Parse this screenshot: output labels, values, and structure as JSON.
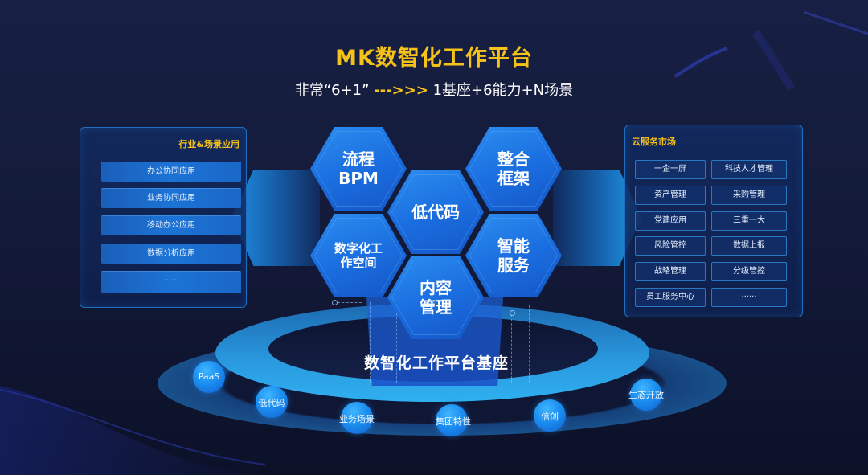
{
  "header": {
    "title": "MK数智化工作平台",
    "subtitle_prefix": "非常“6+1”",
    "subtitle_arrow": "--->>>",
    "subtitle_suffix": " 1基座+6能力+N场景"
  },
  "left_panel": {
    "title": "行业&场景应用",
    "items": [
      "办公协同应用",
      "业务协同应用",
      "移动办公应用",
      "数据分析应用",
      "······"
    ]
  },
  "right_panel": {
    "title": "云服务市场",
    "items": [
      [
        "一企一屏",
        "科技人才管理"
      ],
      [
        "资产管理",
        "采购管理"
      ],
      [
        "党建应用",
        "三重一大"
      ],
      [
        "风险管控",
        "数据上报"
      ],
      [
        "战略管理",
        "分级管控"
      ],
      [
        "员工服务中心",
        "······"
      ]
    ]
  },
  "capabilities": [
    {
      "id": "bpm",
      "line1": "流程",
      "line2": "BPM"
    },
    {
      "id": "integration",
      "line1": "整合",
      "line2": "框架"
    },
    {
      "id": "lowcode",
      "line1": "低代码",
      "line2": ""
    },
    {
      "id": "workspace",
      "line1": "数字化工",
      "line2": "作空间"
    },
    {
      "id": "ai",
      "line1": "智能",
      "line2": "服务"
    },
    {
      "id": "content",
      "line1": "内容",
      "line2": "管理"
    }
  ],
  "base": {
    "label": "数智化工作平台基座",
    "features": [
      "PaaS",
      "低代码",
      "业务场景",
      "集团特性",
      "信创",
      "生态开放"
    ]
  },
  "colors": {
    "accent_gold": "#f5c21a",
    "hex_blue": "#1b6fe0",
    "background": "#141b3a",
    "ring_cyan": "#2aa0e8"
  }
}
